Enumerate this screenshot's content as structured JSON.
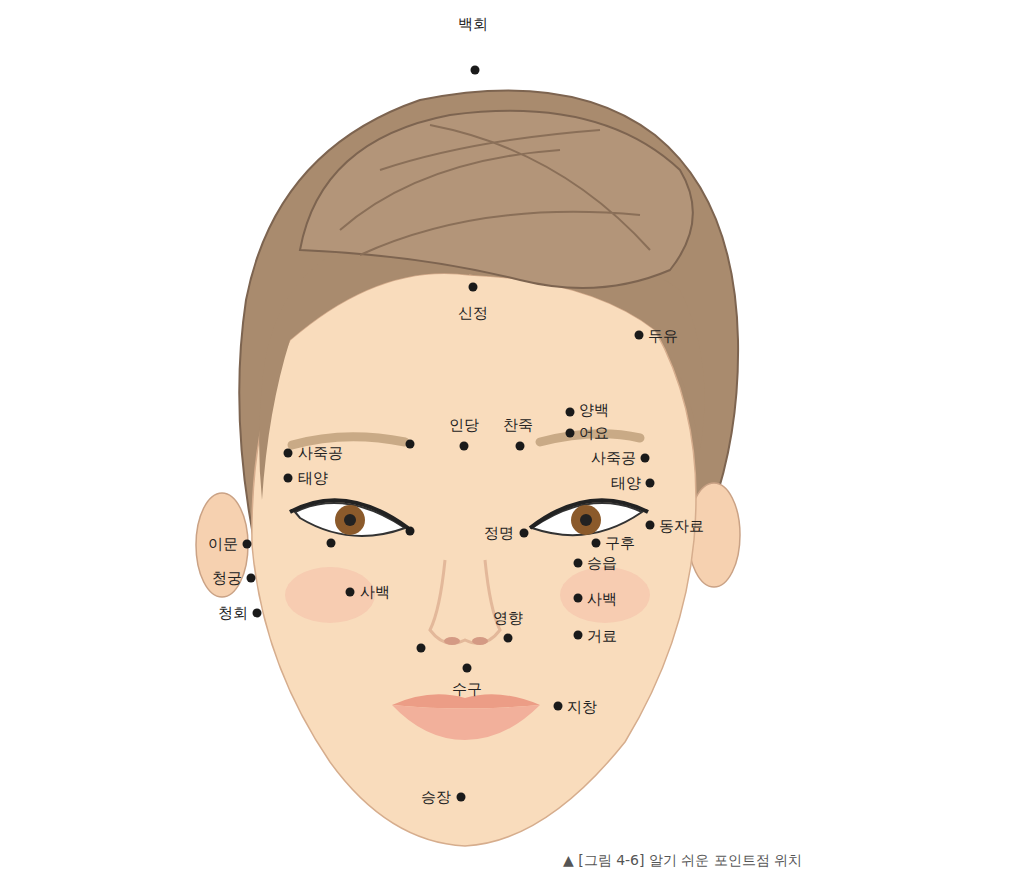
{
  "diagram": {
    "caption": "▲ [그림 4-6] 알기 쉬운 포인트점 위치",
    "labels": [
      "백회",
      "신정",
      "두유",
      "인당",
      "찬죽",
      "양백",
      "어요",
      "사죽공",
      "사죽공",
      "태양",
      "태양",
      "정명",
      "동자료",
      "이문",
      "구후",
      "승읍",
      "청궁",
      "사백",
      "사백",
      "청회",
      "영향",
      "거료",
      "수구",
      "지창",
      "승장"
    ]
  }
}
